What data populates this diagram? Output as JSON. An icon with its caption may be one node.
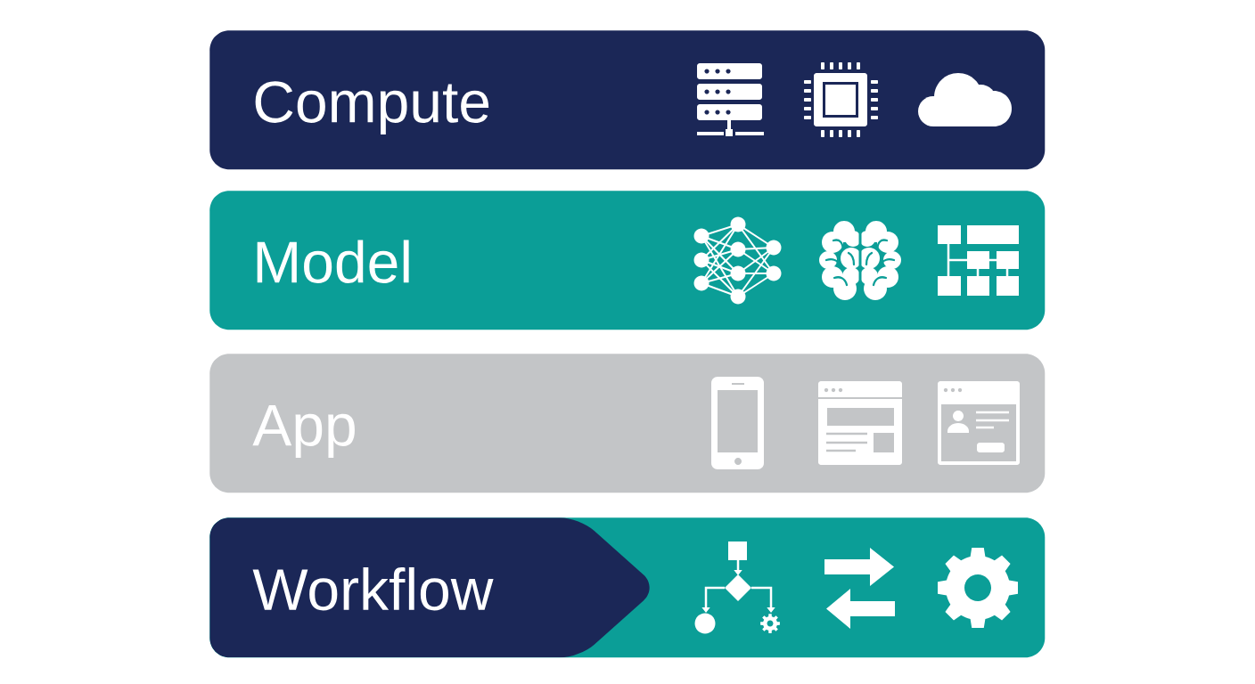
{
  "diagram": {
    "nodes": [
      {
        "text": [
          "Compute"
        ]
      },
      {
        "text": [
          "Model"
        ]
      },
      {
        "text": [
          "App"
        ]
      },
      {
        "text": [
          "Workflow"
        ]
      }
    ]
  }
}
